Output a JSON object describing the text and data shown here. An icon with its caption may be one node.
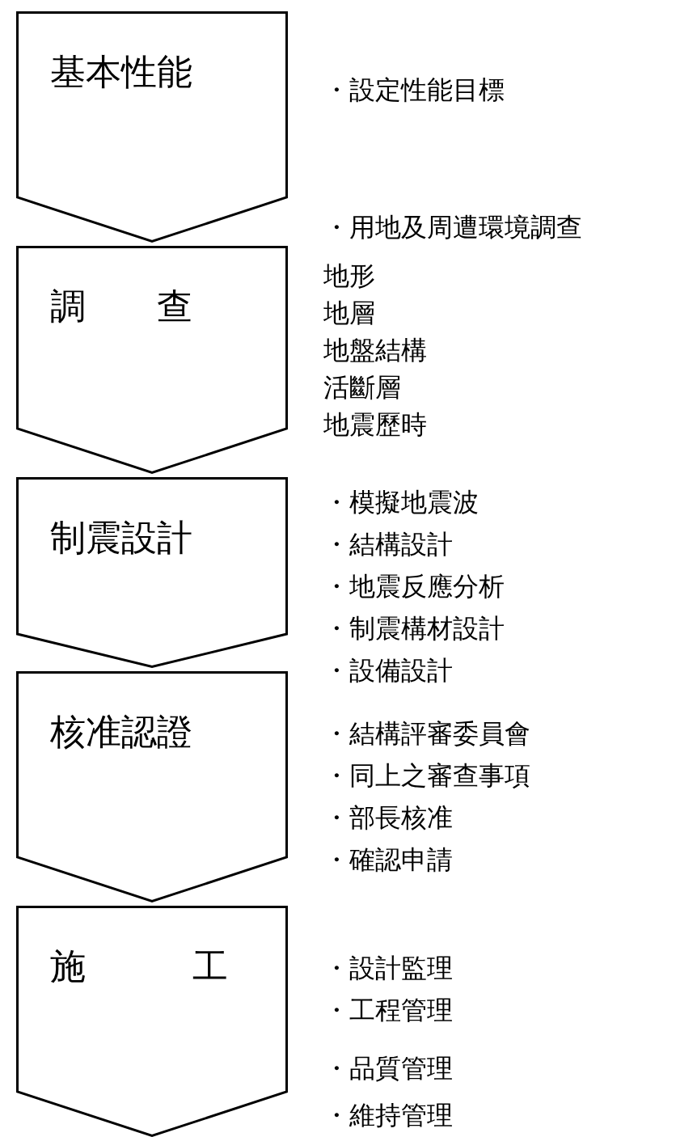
{
  "diagram": {
    "nodes": [
      {
        "text": [
          "基本性能"
        ],
        "beside": [
          "・設定性能目標"
        ]
      },
      {
        "text": [
          "調　　查"
        ],
        "beside": [
          "・用地及周遭環境調查",
          "地形",
          "地層",
          "地盤結構",
          "活斷層",
          "地震歷時"
        ]
      },
      {
        "text": [
          "制震設計"
        ],
        "beside": [
          "・模擬地震波",
          "・結構設計",
          "・地震反應分析",
          "・制震構材設計",
          "・設備設計"
        ]
      },
      {
        "text": [
          "核准認證"
        ],
        "beside": [
          "・結構評審委員會",
          "・同上之審查事項",
          "・部長核准",
          "・確認申請"
        ]
      },
      {
        "text": [
          "施　　　工"
        ],
        "beside": [
          "・設計監理",
          "・工程管理",
          "・品質管理",
          "・維持管理"
        ]
      }
    ]
  }
}
